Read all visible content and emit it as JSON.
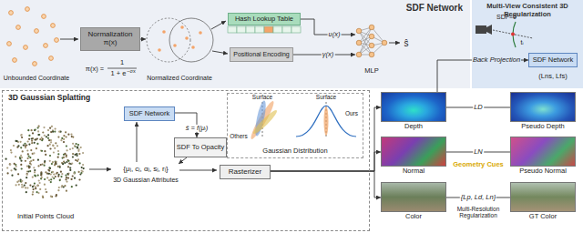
{
  "diagram": {
    "nodes": [
      {
        "text": [
          "SDF Network"
        ]
      },
      {
        "text": [
          "Normalization π(x)"
        ],
        "in": 0
      },
      {
        "text": [
          "Hash Lookup Table"
        ],
        "in": 0
      },
      {
        "text": [
          "Positional Encoding"
        ],
        "in": 0
      },
      {
        "text": [
          "MLP"
        ],
        "in": 0
      },
      {
        "text": [
          "Multi-View Consistent 3D Regularization"
        ]
      },
      {
        "text": [
          "SDF Network"
        ],
        "in": 5
      },
      {
        "text": [
          "3D Gaussian Splatting"
        ]
      },
      {
        "text": [
          "SDF Network"
        ],
        "in": 7
      },
      {
        "text": [
          "SDF To Opacity"
        ],
        "in": 7
      },
      {
        "text": [
          "Rasterizer"
        ],
        "in": 7
      },
      {
        "text": [
          "Gaussian Distribution"
        ],
        "in": 7
      },
      {
        "text": [
          "Depth"
        ]
      },
      {
        "text": [
          "Pseudo Depth"
        ]
      },
      {
        "text": [
          "Normal"
        ]
      },
      {
        "text": [
          "Pseudo Normal"
        ]
      },
      {
        "text": [
          "Color"
        ]
      },
      {
        "text": [
          "GT Color"
        ]
      }
    ],
    "edges": [
      {
        "from": 2,
        "to": 4,
        "label": "υ(x)",
        "arrow": "to"
      },
      {
        "from": 3,
        "to": 4,
        "label": "γ(x)",
        "arrow": "to"
      },
      {
        "from": 8,
        "to": 9,
        "label": "ŝ = f(μᵢ)",
        "arrow": "to"
      },
      {
        "from": 10,
        "to": 12,
        "arrow": "to"
      },
      {
        "from": 10,
        "to": 14,
        "arrow": "to"
      },
      {
        "from": 10,
        "to": 16,
        "arrow": "to"
      },
      {
        "from": 13,
        "to": 12,
        "label": "LD",
        "arrow": "none"
      },
      {
        "from": 15,
        "to": 14,
        "label": "LN",
        "arrow": "none"
      },
      {
        "from": 17,
        "to": 16,
        "label": "{Lp, Ld, Ln}",
        "arrow": "none"
      },
      {
        "from": 12,
        "to": 6,
        "label": "Back Projection",
        "arrow": "to"
      }
    ],
    "labels": [
      "Unbounded Coordinate",
      "π(x) =",
      "1",
      "1 + e",
      "−σx",
      "Normalized Coordinate",
      "ŝ",
      "SDF=0",
      "tᵢ",
      "(Lns, Lfs)",
      "Initial Points Cloud",
      "{μᵢ, cᵢ, αᵢ, sᵢ, rᵢ}",
      "3D Gaussian Attributes",
      "Surface",
      "Surface",
      "Others",
      "Ours",
      "Geometry Cues",
      "Multi-Resolution Regularization"
    ]
  }
}
